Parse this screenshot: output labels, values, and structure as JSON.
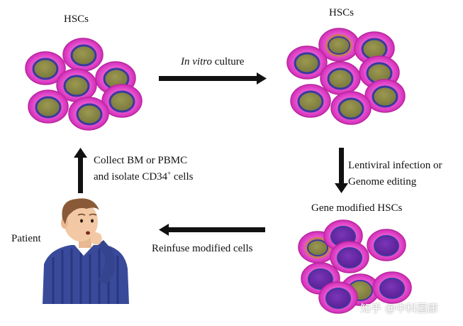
{
  "labels": {
    "hsc_left": "HSCs",
    "hsc_right": "HSCs",
    "culture_italic": "In vitro",
    "culture_rest": " culture",
    "lenti_line1": "Lentiviral infection or",
    "lenti_line2": "Genome editing",
    "gene_modified": "Gene modified HSCs",
    "reinfuse": "Reinfuse modified cells",
    "collect_line1": "Collect BM or PBMC",
    "collect_line2_a": "and isolate CD34",
    "collect_sup": "+",
    "collect_line2_b": " cells",
    "patient": "Patient"
  },
  "watermark": "知乎 @中科国康",
  "colors": {
    "cell_outer": "#e040c8",
    "cell_outer_edge": "#b8289e",
    "nucleus_olive": "#8c8a48",
    "nucleus_edge": "#3a3aa0",
    "nucleus_purple": "#6a2aa8",
    "nucleus_brown_ring": "#c8785a",
    "arrow": "#111111",
    "shirt": "#3a4a9a",
    "skin": "#f2c9a4",
    "hair": "#8a5a38"
  }
}
